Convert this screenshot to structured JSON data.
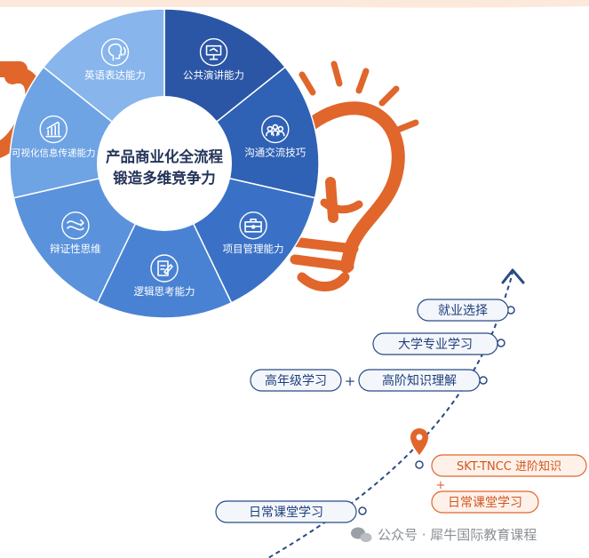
{
  "center": {
    "line1": "产品商业化全流程",
    "line2": "锻造多维竞争力"
  },
  "wheel_segments": [
    {
      "label": "公共演讲能力",
      "icon": "presentation-icon",
      "color": "#2b56a6"
    },
    {
      "label": "沟通交流技巧",
      "icon": "team-communication-icon",
      "color": "#2f61b5"
    },
    {
      "label": "项目管理能力",
      "icon": "briefcase-icon",
      "color": "#3a71c6"
    },
    {
      "label": "逻辑思考能力",
      "icon": "document-pencil-icon",
      "color": "#4a82d3"
    },
    {
      "label": "辩证性思维",
      "icon": "dialectic-icon",
      "color": "#5a92dc"
    },
    {
      "label": "可视化信息传递能力",
      "icon": "bar-chart-icon",
      "color": "#6ea3e4"
    },
    {
      "label": "英语表达能力",
      "icon": "speaking-head-icon",
      "color": "#87b5ec"
    }
  ],
  "path_steps": {
    "career_choice": "就业选择",
    "university_major": "大学专业学习",
    "senior_study": "高年级学习",
    "plus": "+",
    "advanced_knowledge": "高阶知识理解",
    "skt_tncc": "SKT-TNCC 进阶知识",
    "daily_class_orange": "日常课堂学习",
    "daily_class_blue": "日常课堂学习"
  },
  "watermark": {
    "text": "公众号 · 犀牛国际教育课程",
    "icon": "wechat-icon"
  },
  "colors": {
    "navy": "#2a4a86",
    "orange": "#e0662b",
    "pill_blue_text": "#1f3f7a"
  }
}
